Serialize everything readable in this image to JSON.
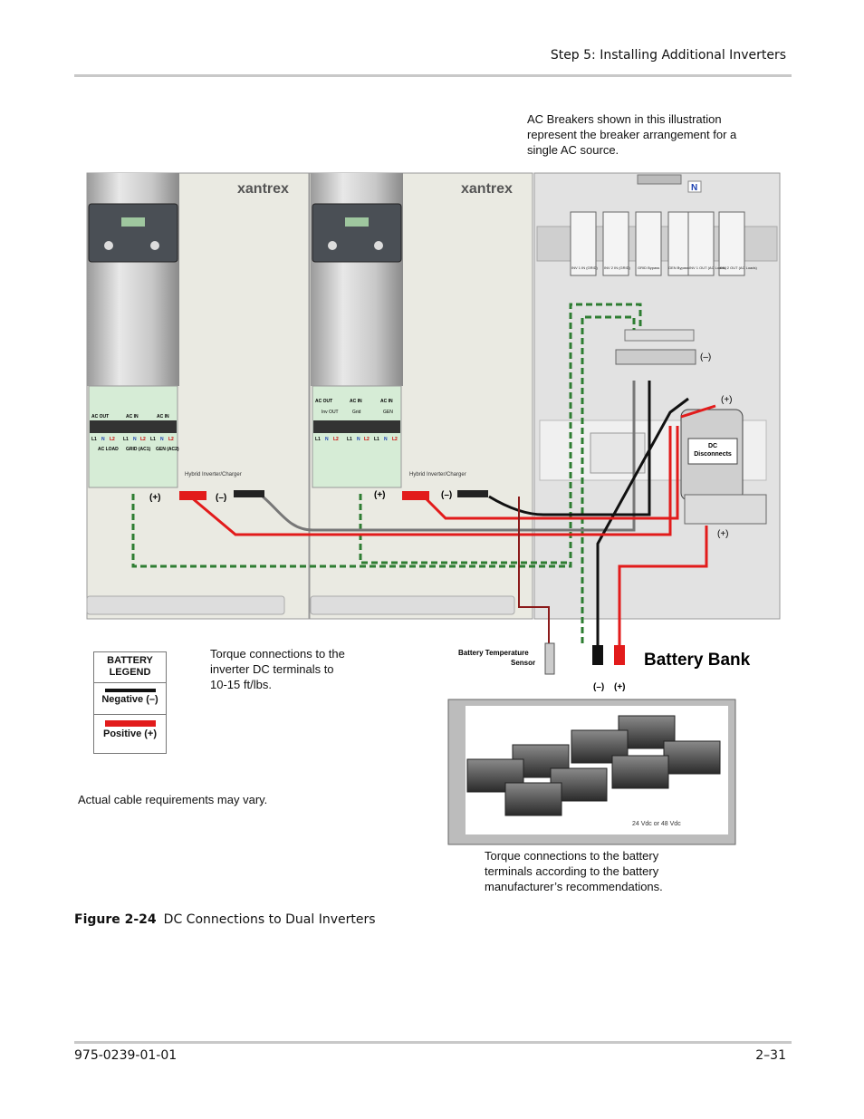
{
  "header": {
    "section_title": "Step 5: Installing Additional Inverters"
  },
  "notes": {
    "ac_breakers": [
      "AC Breakers shown in this illustration",
      "represent the breaker arrangement for a",
      "single AC source."
    ],
    "torque_inverter": [
      "Torque connections to the",
      "inverter DC terminals to",
      "10-15 ft/lbs."
    ],
    "cable_requirements": "Actual cable requirements may vary.",
    "torque_battery": [
      "Torque connections to the battery",
      "terminals according to the battery",
      "manufacturer’s recommendations."
    ]
  },
  "inverters": [
    {
      "brand": "xantrex",
      "label": "Hybrid Inverter/Charger",
      "terminal_groups": [
        "AC OUT",
        "AC IN",
        "AC IN"
      ],
      "terminal_pins": [
        "L1",
        "N",
        "L2",
        "L1",
        "N",
        "L2",
        "L1",
        "N",
        "L2"
      ],
      "terminal_names": [
        "AC LOAD",
        "GRID (AC1)",
        "GEN (AC2)"
      ]
    },
    {
      "brand": "xantrex",
      "label": "Hybrid Inverter/Charger",
      "terminal_groups": [
        "AC OUT",
        "AC IN",
        "AC IN"
      ],
      "terminal_pins": [
        "L1",
        "N",
        "L2",
        "L1",
        "N",
        "L2",
        "L1",
        "N",
        "L2"
      ],
      "terminal_names": [
        "Inv OUT",
        "Grid",
        "GEN"
      ]
    }
  ],
  "polarity": {
    "positive": "(+)",
    "negative": "(–)"
  },
  "panel": {
    "neutral_label": "N",
    "breakers": [
      "INV 1 IN (GRID)",
      "INV 2 IN (GRID)",
      "GRID Bypass",
      "GEN Bypass",
      "INV 1 OUT (AC Loads)",
      "INV 2 OUT (AC Loads)"
    ],
    "dc_disconnects": [
      "DC",
      "Disconnects"
    ]
  },
  "battery": {
    "temp_sensor": [
      "Battery Temperature",
      "Sensor"
    ],
    "bank_title": "Battery Bank",
    "voltage": "24 Vdc or 48 Vdc"
  },
  "legend": {
    "title": [
      "BATTERY",
      "LEGEND"
    ],
    "negative": "Negative (–)",
    "positive": "Positive (+)"
  },
  "caption": {
    "label": "Figure 2-24",
    "text": "DC Connections to Dual Inverters"
  },
  "footer": {
    "doc_number": "975-0239-01-01",
    "page": "2–31"
  },
  "colors": {
    "positive_cable": "#e21b1b",
    "negative_cable": "#111111",
    "ground_wire": "#2e7d32",
    "inverter_panel": "#d6ecd6"
  }
}
